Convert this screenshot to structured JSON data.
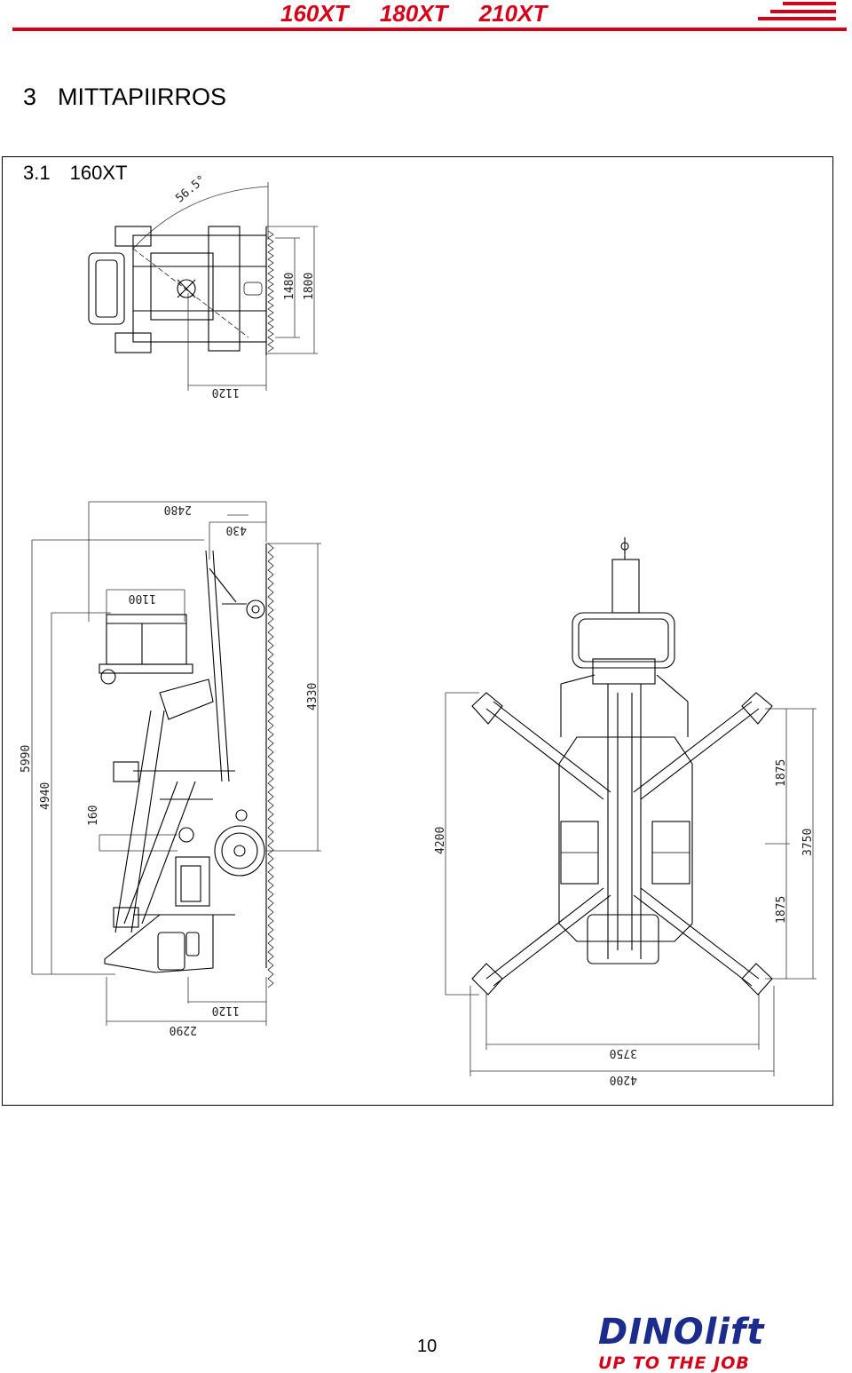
{
  "header": {
    "models": [
      "160XT",
      "180XT",
      "210XT"
    ],
    "accent_color": "#d4001a"
  },
  "section": {
    "number": "3",
    "title": "MITTAPIIRROS"
  },
  "subsection": {
    "number": "3.1",
    "title": "160XT"
  },
  "dimensions": {
    "top_view": {
      "angle": "56.5°",
      "height_1": "1480",
      "height_2": "1800",
      "width": "1120"
    },
    "side_view": {
      "top_2480": "2480",
      "top_430": "430",
      "basket_1100": "1100",
      "right_4330": "4330",
      "left_5990": "5990",
      "left_4940": "4940",
      "left_160": "160",
      "bottom_1120": "1120",
      "bottom_2290": "2290"
    },
    "plan_view": {
      "left_4200": "4200",
      "right_1875_top": "1875",
      "right_3750": "3750",
      "right_1875_bottom": "1875",
      "bottom_3750": "3750",
      "bottom_4200": "4200"
    }
  },
  "footer": {
    "page_number": "10",
    "brand_name": "DINOlift",
    "brand_slogan": "UP TO THE JOB",
    "brand_color": "#1c2c8c"
  }
}
